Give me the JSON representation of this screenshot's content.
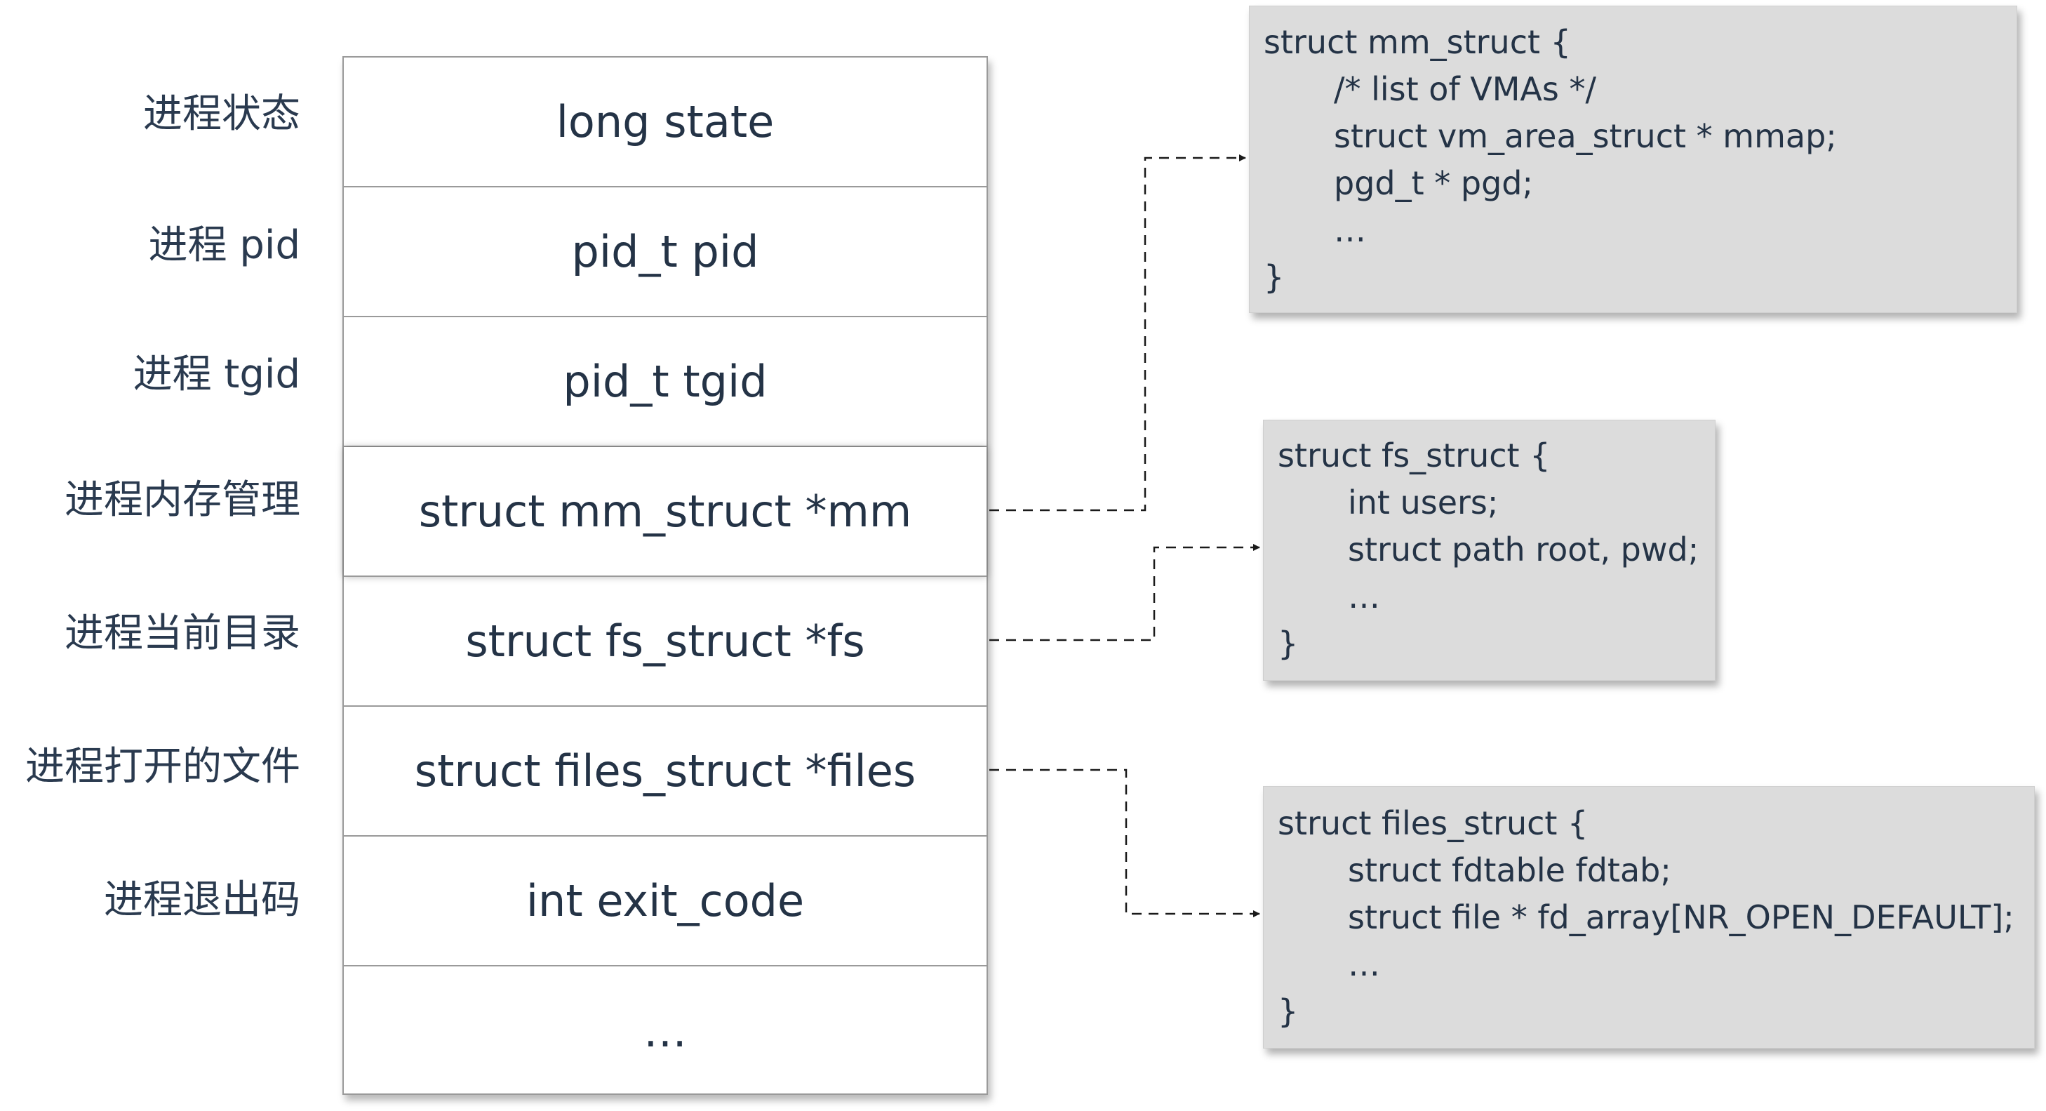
{
  "labels": [
    "进程状态",
    "进程 pid",
    "进程 tgid",
    "进程内存管理",
    "进程当前目录",
    "进程打开的文件",
    "进程退出码"
  ],
  "task_fields": [
    "long state",
    "pid_t pid",
    "pid_t tgid",
    "struct mm_struct *mm",
    "struct fs_struct *fs",
    "struct files_struct *files",
    "int exit_code",
    "…"
  ],
  "mm_struct": {
    "lines": [
      "struct mm_struct {",
      "/* list of VMAs */",
      "struct vm_area_struct * mmap;",
      "pgd_t * pgd;",
      "…",
      "}"
    ]
  },
  "fs_struct": {
    "lines": [
      "struct fs_struct {",
      "int users;",
      "struct path root, pwd;",
      "…",
      "}"
    ]
  },
  "files_struct": {
    "lines": [
      "struct files_struct {",
      "struct fdtable fdtab;",
      "struct file * fd_array[NR_OPEN_DEFAULT];",
      "…",
      "}"
    ]
  }
}
